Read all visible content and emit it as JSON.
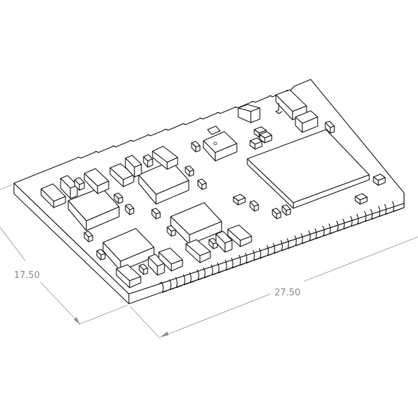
{
  "drawing": {
    "title": "PCB module isometric drawing",
    "style": "line-art isometric CAD view",
    "line_color": "#111111",
    "dimension_color": "#8a8a8a",
    "background": "#ffffff"
  },
  "dimensions": {
    "width": {
      "label": "17.50",
      "description": "board depth (short edge)"
    },
    "length": {
      "label": "27.50",
      "description": "board length (long edge)"
    }
  },
  "components": {
    "large_ic": {
      "count": 1,
      "description": "large square shield/IC at right"
    },
    "medium_ics": {
      "count": 4,
      "description": "medium square packages"
    },
    "crystal": {
      "count": 1,
      "description": "crystal oscillator with pin-1 dot"
    },
    "connector": {
      "count": 1,
      "description": "small connector/switch at top right"
    },
    "castellated_pads": {
      "description": "half-hole castellations along front and back edges"
    }
  }
}
